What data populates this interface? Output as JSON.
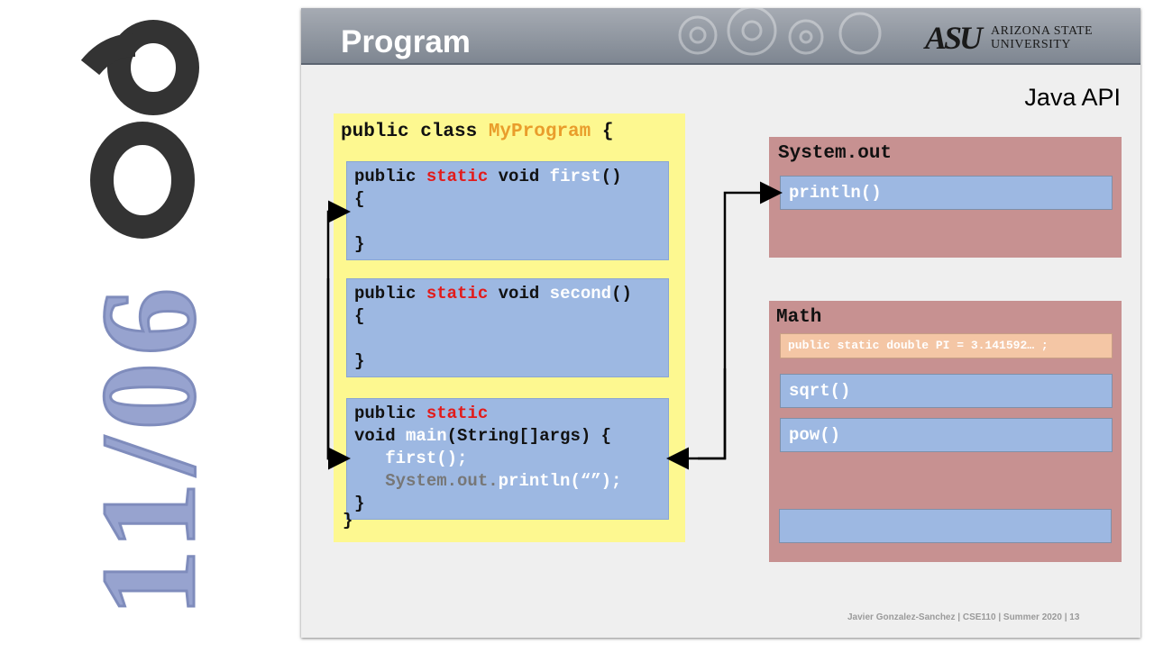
{
  "sidebar": {
    "date": "11/06",
    "color_dark": "#333333",
    "color_light": "#97a3cf"
  },
  "header": {
    "title": "Program",
    "logo_mark": "ASU",
    "logo_line1": "Arizona State",
    "logo_line2": "University"
  },
  "api_label": "Java API",
  "program": {
    "class_line": {
      "kw": "public class ",
      "name": "MyProgram",
      "brace": " {"
    },
    "first": {
      "kw1": "public ",
      "kw2": "static",
      "kw3": " void ",
      "name": "first",
      "tail": "()",
      "open": "{",
      "close": "}"
    },
    "second": {
      "kw1": "public ",
      "kw2": "static",
      "kw3": " void ",
      "name": "second",
      "tail": "()",
      "open": "{",
      "close": "}"
    },
    "main": {
      "kw1": "public ",
      "kw2": "static",
      "line2a": "void ",
      "line2b": "main",
      "line2c": "(String[]args) {",
      "call1": "first();",
      "call2a": "System.out.",
      "call2b": "println(“”);",
      "close": "}"
    },
    "class_close": "}"
  },
  "system_out": {
    "title": "System.out",
    "methods": [
      "println()"
    ]
  },
  "math": {
    "title": "Math",
    "constant": "public static double PI = 3.141592… ;",
    "methods": [
      "sqrt()",
      "pow()",
      ""
    ]
  },
  "footer": "Javier Gonzalez-Sanchez | CSE110 | Summer 2020 | 13",
  "colors": {
    "yellow": "#fdf890",
    "blue": "#9db8e2",
    "pink": "#c79191",
    "peach": "#f4c6a5",
    "red": "#e21b1b",
    "orange": "#e99d2b"
  }
}
